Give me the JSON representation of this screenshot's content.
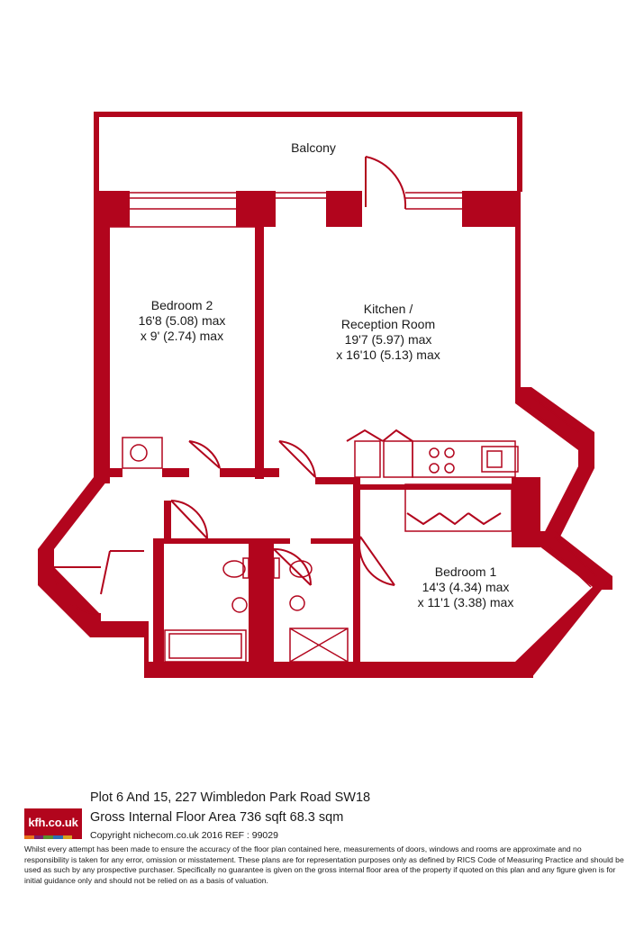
{
  "plan": {
    "wall_color": "#b2051d",
    "rooms": [
      {
        "id": "balcony",
        "name": "Balcony",
        "dim1": "",
        "dim2": ""
      },
      {
        "id": "bedroom2",
        "name": "Bedroom 2",
        "dim1": "16'8 (5.08) max",
        "dim2": "x 9' (2.74) max"
      },
      {
        "id": "kitchen",
        "name": "Kitchen /",
        "name2": "Reception Room",
        "dim1": "19'7 (5.97) max",
        "dim2": "x 16'10 (5.13) max"
      },
      {
        "id": "bedroom1",
        "name": "Bedroom 1",
        "dim1": "14'3 (4.34) max",
        "dim2": "x 11'1 (3.38) max"
      }
    ]
  },
  "footer": {
    "logo_text": "kfh.co.uk",
    "logo_color": "#b2051d",
    "logo_stripes": [
      "#e8731b",
      "#7a1e6c",
      "#5a8f2e",
      "#2e6db4",
      "#d6a21e",
      "#b2051d"
    ],
    "address": "Plot 6 And 15, 227 Wimbledon Park Road  SW18",
    "area": "Gross Internal Floor Area 736 sqft 68.3 sqm",
    "copyright": "Copyright nichecom.co.uk 2016 REF : 99029",
    "disclaimer": "Whilst every attempt has been made to ensure the accuracy of the floor plan contained here, measurements of doors, windows and rooms are approximate and no responsibility is taken for any error, omission or misstatement.  These plans are for representation purposes only as defined by RICS Code of Measuring Practice and should be used as such by any prospective purchaser.  Specifically no guarantee is given on the gross internal floor area of the property if quoted on this plan and any figure given is for initial guidance only and should not be relied on as a basis of valuation."
  }
}
